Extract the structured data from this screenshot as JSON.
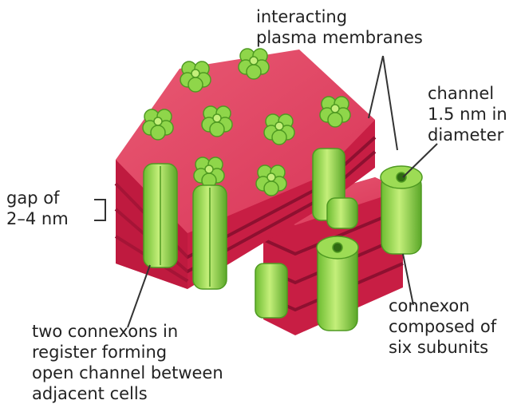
{
  "labels": {
    "interacting": [
      "interacting",
      "plasma membranes"
    ],
    "channel": [
      "channel",
      "1.5 nm in",
      "diameter"
    ],
    "gap": [
      "gap of",
      "2–4 nm"
    ],
    "connexon": [
      "connexon",
      "composed of",
      "six subunits"
    ],
    "two_connexons": [
      "two connexons in",
      "register forming",
      "open channel between",
      "adjacent cells"
    ]
  },
  "colors": {
    "membrane_top": "#e0435f",
    "membrane_side": "#c81e44",
    "membrane_dark": "#8e1030",
    "connexon_light": "#b8e86a",
    "connexon_mid": "#7fcb3c",
    "connexon_dark": "#4f9a22",
    "text": "#222222",
    "leader": "#333333"
  }
}
